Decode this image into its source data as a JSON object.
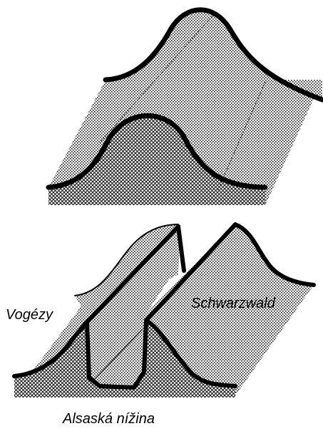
{
  "labels": {
    "left_range": "Vogézy",
    "right_range": "Schwarzwald",
    "graben": "Alsaská nížina"
  },
  "colors": {
    "line": "#000000",
    "background": "#ffffff",
    "fill_dot": "#222222",
    "fill_dot_light": "#9a9a9a"
  }
}
